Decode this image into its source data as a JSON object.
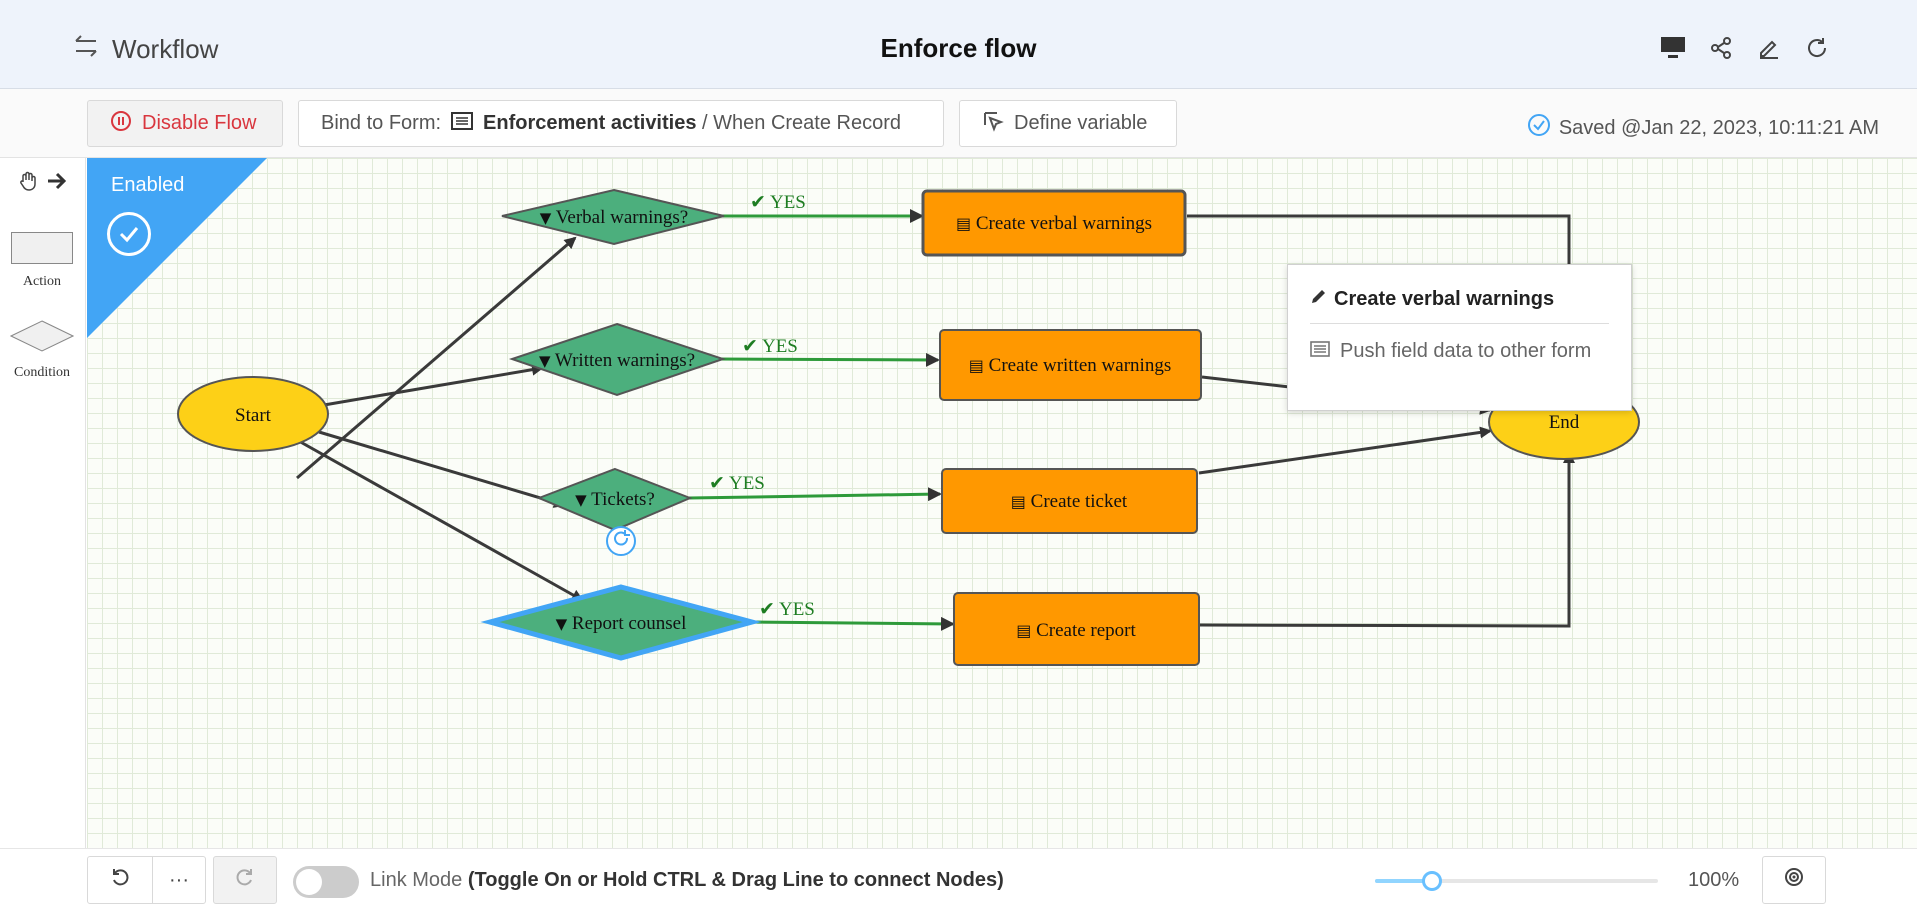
{
  "header": {
    "menu_label": "Workflow",
    "title": "Enforce flow",
    "icons": [
      "monitor-icon",
      "share-icon",
      "edit-icon",
      "refresh-icon"
    ]
  },
  "toolbar": {
    "disable_label": "Disable Flow",
    "bind_prefix": "Bind to Form:",
    "bind_form": "Enforcement activities",
    "bind_event": " / When Create Record",
    "define_label": "Define variable",
    "saved_text": "Saved @Jan 22, 2023, 10:11:21 AM"
  },
  "palette": {
    "action_label": "Action",
    "condition_label": "Condition"
  },
  "canvas": {
    "enabled_label": "Enabled",
    "nodes": {
      "start": "Start",
      "end": "End",
      "cond1": "Verbal warnings?",
      "cond2": "Written warnings?",
      "cond3": "Tickets?",
      "cond4": "Report counsel",
      "act1": "Create verbal warnings",
      "act2": "Create written warnings",
      "act3": "Create ticket",
      "act4": "Create report",
      "yes": "YES"
    },
    "popup": {
      "title": "Create verbal warnings",
      "item": "Push field data to other form"
    }
  },
  "bottom": {
    "link_mode_label": "Link Mode ",
    "link_mode_hint": "(Toggle On or Hold CTRL & Drag Line to connect Nodes)",
    "link_mode_on": false,
    "zoom_fraction": 0.2,
    "zoom_text": "100%"
  },
  "colors": {
    "condition": "#4caf7d",
    "action": "#ff9800",
    "terminal": "#fdd017",
    "yes_line": "#2e9a3a",
    "accent": "#42a5f5",
    "danger": "#d9363e"
  }
}
